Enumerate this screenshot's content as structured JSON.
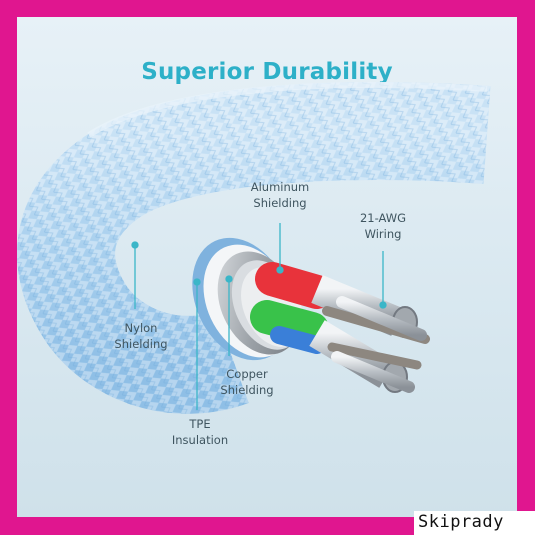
{
  "title": "Superior Durability",
  "labels": {
    "aluminum": "Aluminum\nShielding",
    "awg": "21-AWG\nWiring",
    "nylon": "Nylon\nShielding",
    "copper": "Copper\nShielding",
    "tpe": "TPE\nInsulation"
  },
  "brand": "Skiprady",
  "colors": {
    "frame": "#e0168f",
    "title": "#2db0c8",
    "label": "#3f5560",
    "leader": "#3bb6c8",
    "wire_red": "#e8333b",
    "wire_green": "#39c24a",
    "wire_blue": "#3a7fd8"
  }
}
